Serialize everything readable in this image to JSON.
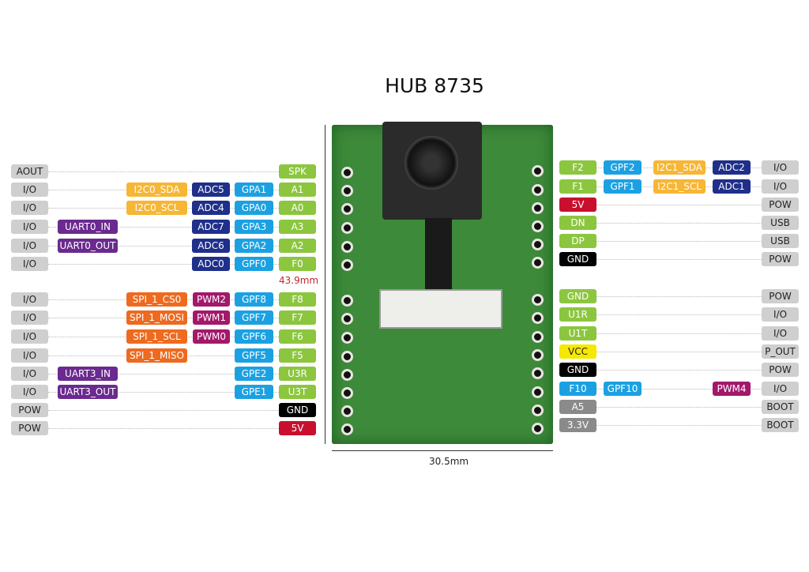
{
  "title": "HUB 8735",
  "dimensions": {
    "height": "43.9mm",
    "width": "30.5mm"
  },
  "colors": {
    "type": "#cfcfcf",
    "pin": "#8cc63f",
    "gpio": "#1ba1e2",
    "adc": "#1f2f8a",
    "i2c": "#f7b633",
    "uart": "#6a2a8f",
    "spi": "#ee6a1f",
    "pwm": "#a3186b",
    "gnd": "#000000",
    "v5": "#c8102e",
    "vcc": "#f5e900",
    "boot": "#8a8a8a"
  },
  "left_rows": [
    {
      "type": "AOUT",
      "pin": "SPK"
    },
    {
      "type": "I/O",
      "i2c": "I2C0_SDA",
      "adc": "ADC5",
      "gpio": "GPA1",
      "pin": "A1"
    },
    {
      "type": "I/O",
      "i2c": "I2C0_SCL",
      "adc": "ADC4",
      "gpio": "GPA0",
      "pin": "A0"
    },
    {
      "type": "I/O",
      "uart": "UART0_IN",
      "adc": "ADC7",
      "gpio": "GPA3",
      "pin": "A3"
    },
    {
      "type": "I/O",
      "uart": "UART0_OUT",
      "adc": "ADC6",
      "gpio": "GPA2",
      "pin": "A2"
    },
    {
      "type": "I/O",
      "adc": "ADC0",
      "gpio": "GPF0",
      "pin": "F0"
    },
    {
      "type": "I/O",
      "spi": "SPI_1_CS0",
      "pwm": "PWM2",
      "gpio": "GPF8",
      "pin": "F8"
    },
    {
      "type": "I/O",
      "spi": "SPI_1_MOSI",
      "pwm": "PWM1",
      "gpio": "GPF7",
      "pin": "F7"
    },
    {
      "type": "I/O",
      "spi": "SPI_1_SCL",
      "pwm": "PWM0",
      "gpio": "GPF6",
      "pin": "F6"
    },
    {
      "type": "I/O",
      "spi": "SPI_1_MISO",
      "gpio": "GPF5",
      "pin": "F5"
    },
    {
      "type": "I/O",
      "uart": "UART3_IN",
      "gpio": "GPE2",
      "pin": "U3R"
    },
    {
      "type": "I/O",
      "uart": "UART3_OUT",
      "gpio": "GPE1",
      "pin": "U3T"
    },
    {
      "type": "POW",
      "pin": "GND",
      "pin_color": "gnd"
    },
    {
      "type": "POW",
      "pin": "5V",
      "pin_color": "v5"
    }
  ],
  "right_rows": [
    {
      "pin": "F2",
      "gpio": "GPF2",
      "i2c": "I2C1_SDA",
      "adc": "ADC2",
      "type": "I/O"
    },
    {
      "pin": "F1",
      "gpio": "GPF1",
      "i2c": "I2C1_SCL",
      "adc": "ADC1",
      "type": "I/O"
    },
    {
      "pin": "5V",
      "pin_color": "v5",
      "type": "POW"
    },
    {
      "pin": "DN",
      "type": "USB"
    },
    {
      "pin": "DP",
      "type": "USB"
    },
    {
      "pin": "GND",
      "pin_color": "gnd",
      "type": "POW"
    },
    {
      "pin": "GND",
      "type": "POW"
    },
    {
      "pin": "U1R",
      "type": "I/O"
    },
    {
      "pin": "U1T",
      "type": "I/O"
    },
    {
      "pin": "VCC",
      "pin_color": "vcc",
      "type": "P_OUT"
    },
    {
      "pin": "GND",
      "pin_color": "gnd",
      "type": "POW"
    },
    {
      "pin": "F10",
      "pin_color": "gpio",
      "gpio": "GPF10",
      "pwm": "PWM4",
      "type": "I/O"
    },
    {
      "pin": "A5",
      "pin_color": "boot",
      "type": "BOOT"
    },
    {
      "pin": "3.3V",
      "pin_color": "boot",
      "type": "BOOT"
    }
  ]
}
